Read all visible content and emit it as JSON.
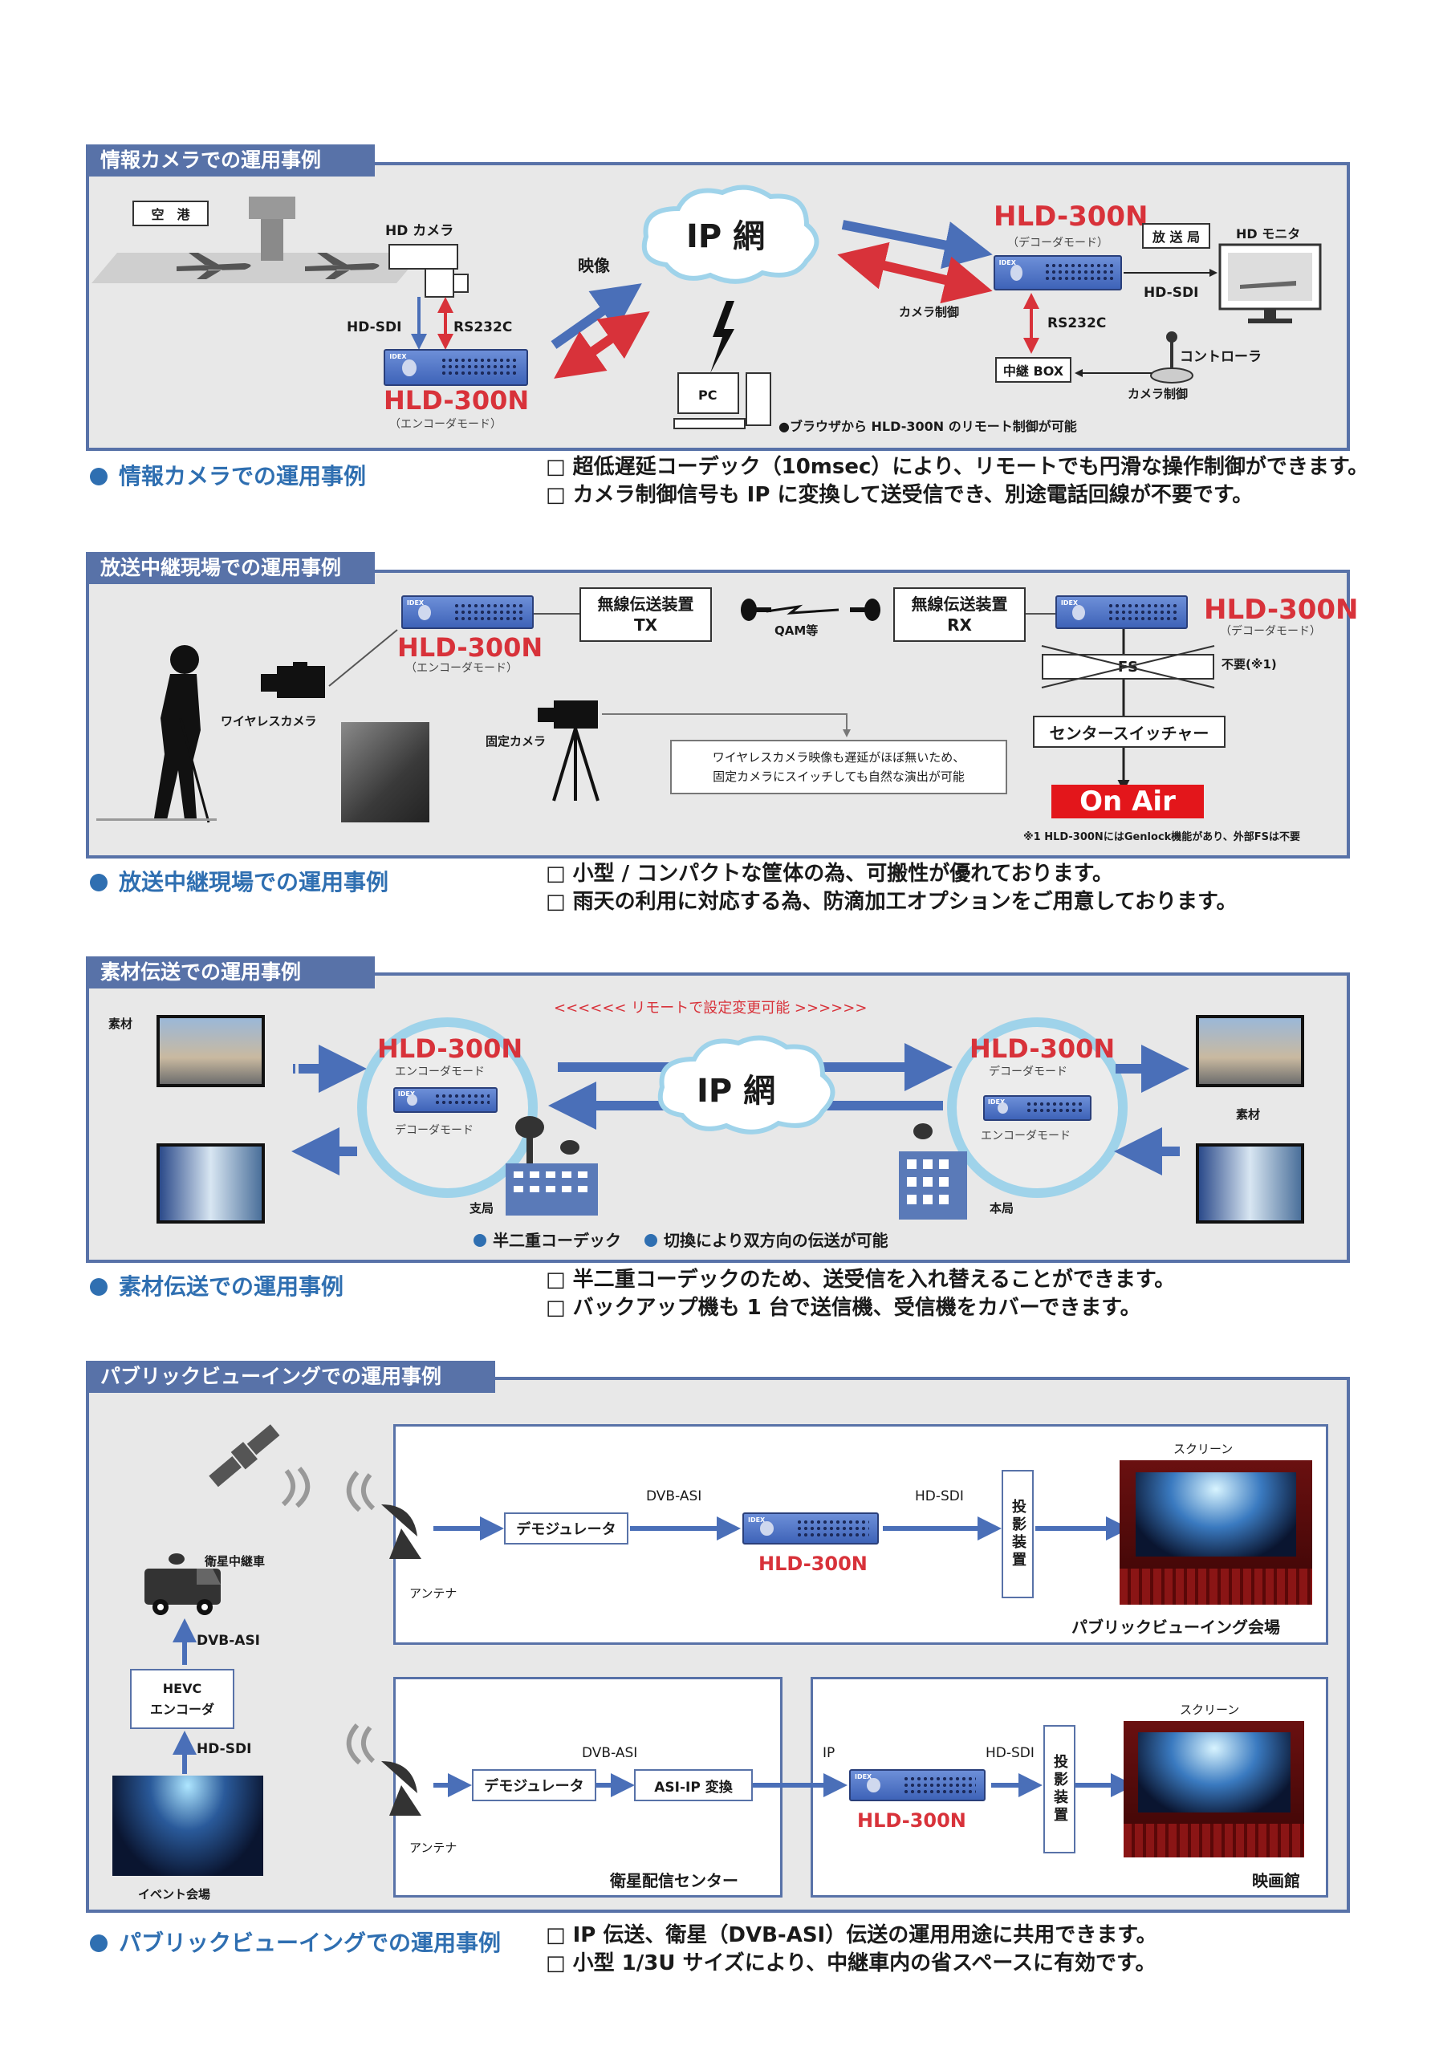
{
  "sec1": {
    "tab": "情報カメラでの運用事例",
    "airport": "空　港",
    "hd_camera": "HD カメラ",
    "hd_sdi": "HD-SDI",
    "rs232c": "RS232C",
    "encoder_name": "HLD-300N",
    "encoder_mode": "（エンコーダモード）",
    "video": "映像",
    "ip_net": "IP 網",
    "pc": "PC",
    "browser_note": "●ブラウザから HLD-300N のリモート制御が可能",
    "camera_control": "カメラ制御",
    "decoder_name": "HLD-300N",
    "decoder_mode": "（デコーダモード）",
    "station": "放 送 局",
    "hd_monitor": "HD モニタ",
    "hd_sdi_2": "HD-SDI",
    "rs232c_2": "RS232C",
    "relay_box": "中継 BOX",
    "controller": "コントローラ",
    "camera_control_2": "カメラ制御",
    "caption": "情報カメラでの運用事例",
    "bullets": [
      "□ 超低遅延コーデック（10msec）により、リモートでも円滑な操作制御ができます。",
      "□ カメラ制御信号も IP に変換して送受信でき、別途電話回線が不要です。"
    ]
  },
  "sec2": {
    "tab": "放送中継現場での運用事例",
    "encoder_name": "HLD-300N",
    "encoder_mode": "（エンコーダモード）",
    "wireless_camera": "ワイヤレスカメラ",
    "tx_line1": "無線伝送装置",
    "tx_line2": "TX",
    "qam": "QAM等",
    "rx_line1": "無線伝送装置",
    "rx_line2": "RX",
    "decoder_name": "HLD-300N",
    "decoder_mode": "（デコーダモード）",
    "fs": "FS",
    "fs_note": "不要(※1)",
    "fixed_camera": "固定カメラ",
    "note_line1": "ワイヤレスカメラ映像も遅延がほぼ無いため、",
    "note_line2": "固定カメラにスイッチしても自然な演出が可能",
    "center_switcher": "センタースイッチャー",
    "on_air": "On Air",
    "footnote": "※1 HLD-300NにはGenlock機能があり、外部FSは不要",
    "caption": "放送中継現場での運用事例",
    "bullets": [
      "□ 小型 / コンパクトな筐体の為、可搬性が優れております。",
      "□ 雨天の利用に対応する為、防滴加工オプションをご用意しております。"
    ]
  },
  "sec3": {
    "tab": "素材伝送での運用事例",
    "remote_note": "<<<<<<  リモートで設定変更可能  >>>>>>",
    "material_left": "素材",
    "material_right": "素材",
    "left_hld": "HLD-300N",
    "left_mode1": "エンコーダモード",
    "left_mode2": "デコーダモード",
    "right_hld": "HLD-300N",
    "right_mode1": "デコーダモード",
    "right_mode2": "エンコーダモード",
    "ip_net": "IP 網",
    "branch": "支局",
    "head": "本局",
    "legend1": "半二重コーデック",
    "legend2": "切換により双方向の伝送が可能",
    "caption": "素材伝送での運用事例",
    "bullets": [
      "□ 半二重コーデックのため、送受信を入れ替えることができます。",
      "□ バックアップ機も 1 台で送信機、受信機をカバーできます。"
    ]
  },
  "sec4": {
    "tab": "パブリックビューイングでの運用事例",
    "sat_truck": "衛星中継車",
    "dvb_asi_left": "DVB-ASI",
    "hevc_line1": "HEVC",
    "hevc_line2": "エンコーダ",
    "hd_sdi_left": "HD-SDI",
    "event_venue": "イベント会場",
    "top": {
      "antenna": "アンテナ",
      "demod": "デモジュレータ",
      "dvb_asi": "DVB-ASI",
      "hld": "HLD-300N",
      "hd_sdi": "HD-SDI",
      "projector": "投影装置",
      "screen": "スクリーン",
      "venue": "パブリックビューイング会場"
    },
    "bottom": {
      "antenna": "アンテナ",
      "demod": "デモジュレータ",
      "dvb_asi": "DVB-ASI",
      "asi_ip": "ASI-IP 変換",
      "center": "衛星配信センター",
      "ip": "IP",
      "hd_sdi": "HD-SDI",
      "hld": "HLD-300N",
      "projector": "投影装置",
      "screen": "スクリーン",
      "cinema": "映画館"
    },
    "caption": "パブリックビューイングでの運用事例",
    "bullets": [
      "□ IP 伝送、衛星（DVB-ASI）伝送の運用用途に共用できます。",
      "□ 小型 1/3U サイズにより、中継車内の省スペースに有効です。"
    ]
  },
  "colors": {
    "accent_blue": "#5872a8",
    "caption_blue": "#2f6fb1",
    "hld_red": "#d8323a",
    "arrow_blue": "#4a6fb8"
  }
}
